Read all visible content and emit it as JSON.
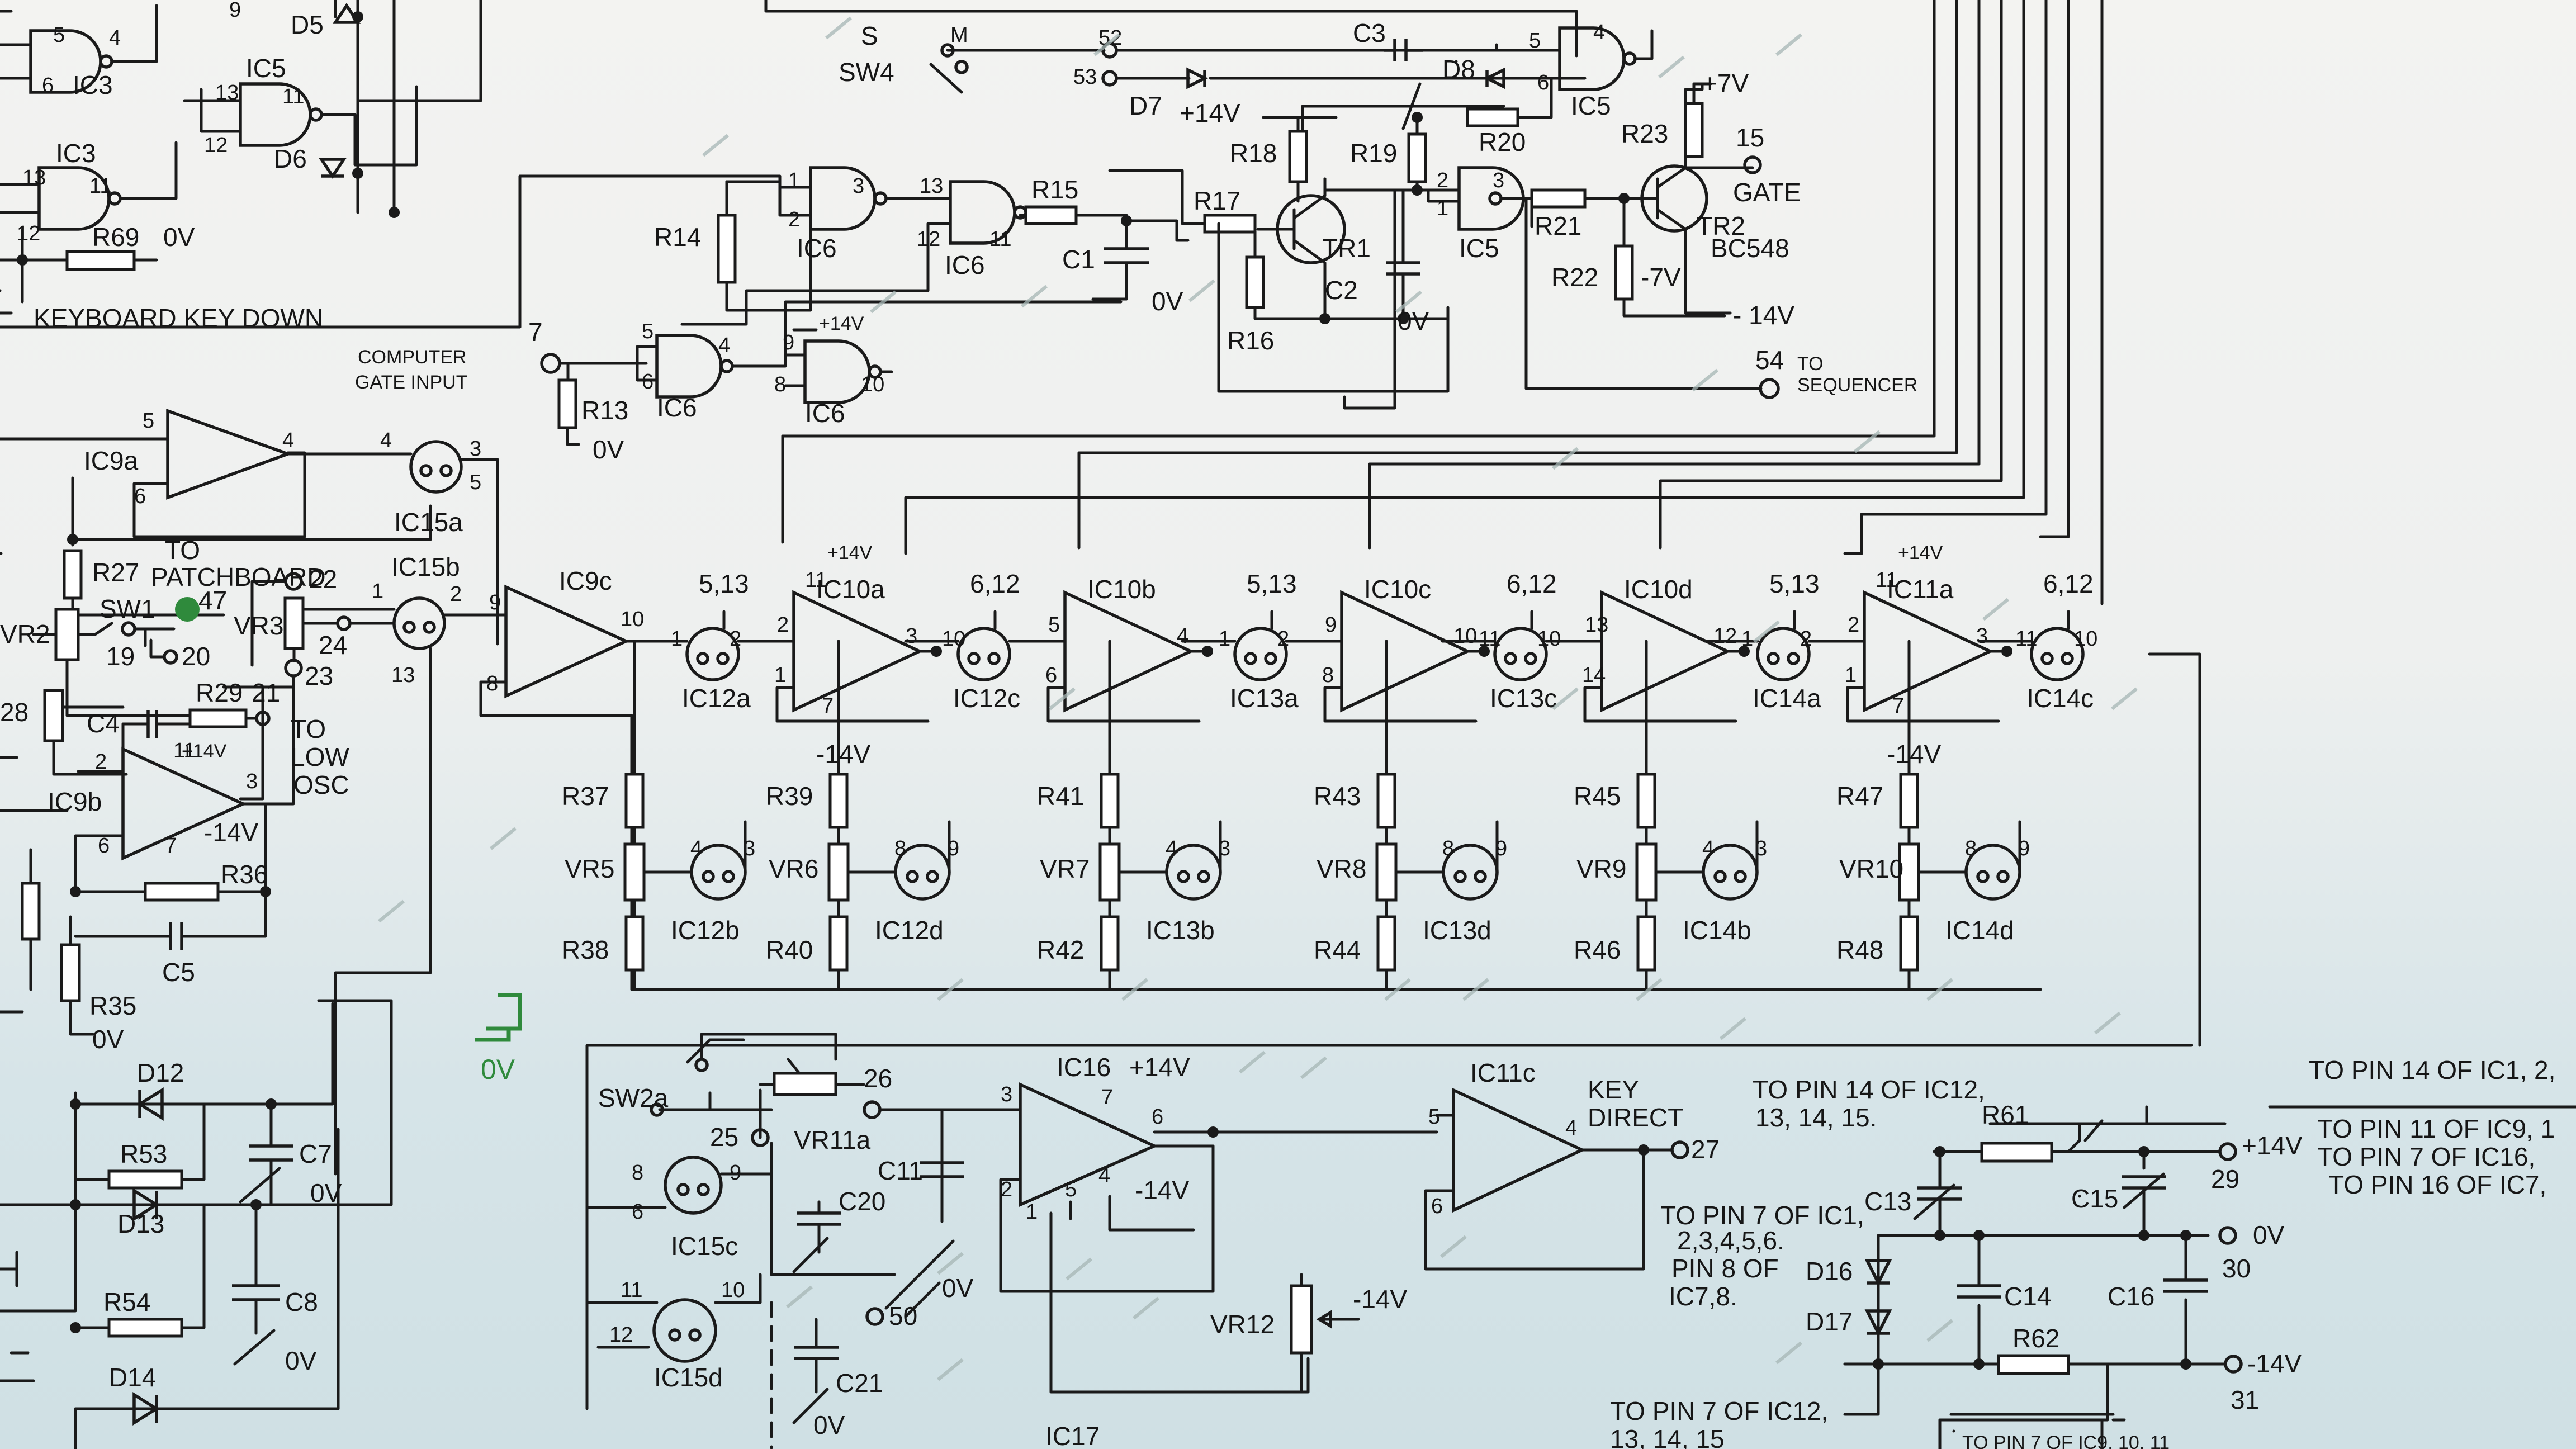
{
  "colors": {
    "ink": "#1a1a1a",
    "paper": "#f3f3f1",
    "paper_shadow": "#cfe0e4",
    "pen_green": "#2f8a3c"
  },
  "topleft": {
    "ic3a": "IC3",
    "ic5a": "IC5",
    "ic3b": "IC3",
    "d5": "D5",
    "d6": "D6",
    "r69": "R69",
    "ov": "0V",
    "keyboard": "KEYBOARD KEY DOWN",
    "pins": {
      "p5": "5",
      "p4": "4",
      "p6": "6",
      "p13": "13",
      "p11": "11",
      "p12": "12",
      "p13b": "13",
      "p11b": "11",
      "p12b": "12",
      "p9": "9"
    }
  },
  "gate": {
    "sw4": "SW4",
    "s": "S",
    "m": "M",
    "p52": "52",
    "p53": "53",
    "d7": "D7",
    "c3": "C3",
    "d8": "D8",
    "ic5": "IC5",
    "v14": "+14V",
    "r18": "R18",
    "r19": "R19",
    "r20": "R20",
    "r23": "R23",
    "v7p": "+7V",
    "p15": "15",
    "gate": "GATE",
    "r14": "R14",
    "ic6a": "IC6",
    "ic6b": "IC6",
    "r15": "R15",
    "c1": "C1",
    "ov1": "0V",
    "r17": "R17",
    "tr1": "TR1",
    "r16": "R16",
    "c2": "C2",
    "ov2": "0V",
    "ic5b": "IC5",
    "r21": "R21",
    "tr2": "TR2",
    "bc548": "BC548",
    "r22": "R22",
    "v7n": "-7V",
    "v14n": "- 14V",
    "p54": "54",
    "to": "TO",
    "sequencer": "SEQUENCER",
    "computer": "COMPUTER",
    "gateinput": "GATE INPUT",
    "p7": "7",
    "r13": "R13",
    "ov3": "0V",
    "ic6c": "IC6",
    "ic6d": "IC6",
    "v14b": "+14V",
    "p10": "10",
    "pins": {
      "a1": "1",
      "a2": "2",
      "a3": "3",
      "b13": "13",
      "b12": "12",
      "b11": "11",
      "c2": "2",
      "c3": "3",
      "c1": "1",
      "c5": "5",
      "c6": "6",
      "c4": "4",
      "d9": "9",
      "d8": "8",
      "e5": "5",
      "e6": "6",
      "e4": "4"
    }
  },
  "left": {
    "ic9a": "IC9a",
    "ic15a": "IC15a",
    "ic15b": "IC15b",
    "r27": "R27",
    "to": "TO",
    "patchboard": "PATCHBOARD",
    "p22": "22",
    "sw1": "SW1",
    "p47": "47",
    "vr2": "VR2",
    "p19": "19",
    "vr3": "VR3",
    "p24": "24",
    "p20": "20",
    "p23": "23",
    "r29": "R29",
    "p21": "21",
    "c4": "C4",
    "p28": "28",
    "to2": "TO",
    "low": "LOW",
    "osc": "OSC",
    "ic9b": "IC9b",
    "v14": "+14V",
    "v14n": "-14V",
    "r36": "R36",
    "c5": "C5",
    "r35": "R35",
    "ov": "0V",
    "d12": "D12",
    "r53": "R53",
    "c7": "C7",
    "ov7": "0V",
    "d13": "D13",
    "r54": "R54",
    "c8": "C8",
    "ov8": "0V",
    "d14": "D14",
    "ov_hand": "0V",
    "pins": {
      "p5": "5",
      "p6": "6",
      "p4": "4",
      "p3": "3",
      "p4b": "4",
      "p5b": "5",
      "p1": "1",
      "p2": "2",
      "p13": "13",
      "p11": "11",
      "p2b": "2",
      "p3b": "3",
      "p7": "7",
      "p6b": "6"
    }
  },
  "ladder": {
    "ic9c": "IC9c",
    "p9": "9",
    "p8": "8",
    "p10": "10",
    "stages": [
      {
        "sw": "IC12a",
        "swp1": "1",
        "swp2": "2",
        "ctl": "5,13",
        "amp": "IC10a",
        "ap_in": "2",
        "ap_out": "3",
        "ap_m": "1",
        "ap_s": "11",
        "pwr": "+14V",
        "neg": "-14V",
        "ap7": "7",
        "r_top": "R37",
        "vr": "VR5",
        "r_bot": "R38",
        "fb": "IC12b",
        "fbp1": "4",
        "fbp2": "3"
      },
      {
        "sw": "IC12c",
        "swp1": "10",
        "swp2": "",
        "ctl": "6,12",
        "amp": "IC10b",
        "ap_in": "5",
        "ap_out": "4",
        "ap_m": "6",
        "ap_s": "",
        "pwr": "",
        "neg": "",
        "ap7": "",
        "r_top": "R39",
        "vr": "VR6",
        "r_bot": "R40",
        "fb": "IC12d",
        "fbp1": "8",
        "fbp2": "9"
      },
      {
        "sw": "IC13a",
        "swp1": "1",
        "swp2": "2",
        "ctl": "5,13",
        "amp": "IC10c",
        "ap_in": "9",
        "ap_out": "10",
        "ap_m": "8",
        "ap_s": "",
        "pwr": "",
        "neg": "",
        "ap7": "",
        "r_top": "R41",
        "vr": "VR7",
        "r_bot": "R42",
        "fb": "IC13b",
        "fbp1": "4",
        "fbp2": "3"
      },
      {
        "sw": "IC13c",
        "swp1": "11",
        "swp2": "10",
        "ctl": "6,12",
        "amp": "IC10d",
        "ap_in": "13",
        "ap_out": "12",
        "ap_m": "14",
        "ap_s": "",
        "pwr": "",
        "neg": "",
        "ap7": "",
        "r_top": "R43",
        "vr": "VR8",
        "r_bot": "R44",
        "fb": "IC13d",
        "fbp1": "8",
        "fbp2": "9"
      },
      {
        "sw": "IC14a",
        "swp1": "1",
        "swp2": "2",
        "ctl": "5,13",
        "amp": "IC11a",
        "ap_in": "2",
        "ap_out": "3",
        "ap_m": "1",
        "ap_s": "11",
        "pwr": "+14V",
        "neg": "-14V",
        "ap7": "7",
        "r_top": "R45",
        "vr": "VR9",
        "r_bot": "R46",
        "fb": "IC14b",
        "fbp1": "4",
        "fbp2": "3"
      },
      {
        "sw": "IC14c",
        "swp1": "11",
        "swp2": "10",
        "ctl": "6,12",
        "amp": "",
        "ap_in": "",
        "ap_out": "",
        "ap_m": "",
        "ap_s": "",
        "pwr": "",
        "neg": "",
        "ap7": "",
        "r_top": "R47",
        "vr": "VR10",
        "r_bot": "R48",
        "fb": "IC14d",
        "fbp1": "8",
        "fbp2": "9"
      }
    ]
  },
  "bottom": {
    "sw2a": "SW2a",
    "p26": "26",
    "vr11a": "VR11a",
    "p25": "25",
    "ic15c": "IC15c",
    "p8": "8",
    "p9": "9",
    "p6": "6",
    "c20": "C20",
    "c11": "C11",
    "ov": "0V",
    "p50": "50",
    "ic15d": "IC15d",
    "p11": "11",
    "p10": "10",
    "p12": "12",
    "c21": "C21",
    "ov21": "0V",
    "ic16": "IC16",
    "v14": "+14V",
    "v14n": "-14V",
    "p3": "3",
    "p2": "2",
    "p7": "7",
    "p6b": "6",
    "p4": "4",
    "p1": "1",
    "p5": "5",
    "ic17": "IC17",
    "vr12": "VR12",
    "vr12v": "-14V",
    "ic11c": "IC11c",
    "p5b": "5",
    "p6c": "6",
    "p4b": "4",
    "key": "KEY",
    "direct": "DIRECT",
    "p27": "27"
  },
  "power": {
    "topin14": "TO PIN 14 OF IC12,",
    "topin14b": "13, 14, 15.",
    "r61": "R61",
    "v14": "+14V",
    "p29": "29",
    "c13": "C13",
    "c15": "C15",
    "ov": "0V",
    "p30": "30",
    "topin7": "TO PIN 7 OF IC1,",
    "topin7b": "2,3,4,5,6.",
    "pin8": "PIN 8 OF",
    "ic78": "IC7,8.",
    "d16": "D16",
    "d17": "D17",
    "c14": "C14",
    "c16": "C16",
    "r62": "R62",
    "v14n": "-14V",
    "p31": "31",
    "topin7c": "TO PIN 7 OF IC12,",
    "topin7d": "13, 14, 15",
    "topin7e": "TO PIN 7 OF IC9, 10, 11",
    "right1": "TO PIN 14 OF  IC1, 2,",
    "right2": "TO PIN 11 OF IC9, 1",
    "right3": "TO PIN 7 OF IC16,",
    "right4": "TO PIN 16 OF IC7,"
  }
}
